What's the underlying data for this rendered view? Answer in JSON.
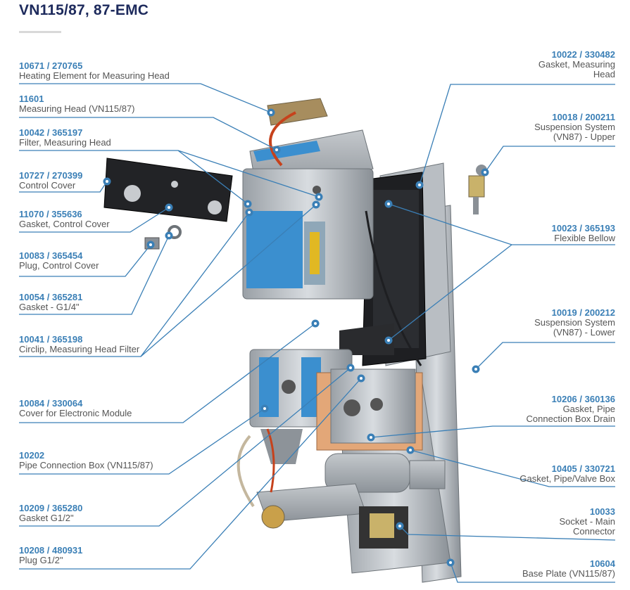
{
  "page": {
    "title": "VN115/87, 87-EMC"
  },
  "colors": {
    "title": "#1d2a5c",
    "code": "#3a7fb6",
    "leader_line": "#3a7fb6",
    "text": "#555555"
  },
  "left_labels": [
    {
      "code": "10671 / 270765",
      "name": "Heating Element for Measuring Head"
    },
    {
      "code": "11601",
      "name": "Measuring Head (VN115/87)"
    },
    {
      "code": "10042 / 365197",
      "name": "Filter, Measuring Head"
    },
    {
      "code": "10727 / 270399",
      "name": "Control Cover"
    },
    {
      "code": "11070 / 355636",
      "name": "Gasket, Control Cover"
    },
    {
      "code": "10083 / 365454",
      "name": "Plug, Control Cover"
    },
    {
      "code": "10054 / 365281",
      "name": "Gasket - G1/4\""
    },
    {
      "code": "10041 / 365198",
      "name": "Circlip, Measuring Head Filter"
    },
    {
      "code": "10084 / 330064",
      "name": "Cover for Electronic Module"
    },
    {
      "code": "10202",
      "name": "Pipe Connection Box (VN115/87)"
    },
    {
      "code": "10209 / 365280",
      "name": "Gasket G1/2\""
    },
    {
      "code": "10208 / 480931",
      "name": "Plug G1/2\""
    }
  ],
  "right_labels": [
    {
      "code": "10022 / 330482",
      "name_lines": [
        "Gasket, Measuring",
        "Head"
      ]
    },
    {
      "code": "10018 / 200211",
      "name_lines": [
        "Suspension System",
        "(VN87) - Upper"
      ]
    },
    {
      "code": "10023 / 365193",
      "name_lines": [
        "Flexible Bellow"
      ]
    },
    {
      "code": "10019 / 200212",
      "name_lines": [
        "Suspension System",
        "(VN87) - Lower"
      ]
    },
    {
      "code": "10206 / 360136",
      "name_lines": [
        "Gasket, Pipe",
        "Connection Box Drain"
      ]
    },
    {
      "code": "10405 / 330721",
      "name_lines": [
        "Gasket, Pipe/Valve Box"
      ]
    },
    {
      "code": "10033",
      "name_lines": [
        "Socket - Main",
        "Connector"
      ]
    },
    {
      "code": "10604",
      "name_lines": [
        "Base Plate (VN115/87)"
      ]
    }
  ]
}
